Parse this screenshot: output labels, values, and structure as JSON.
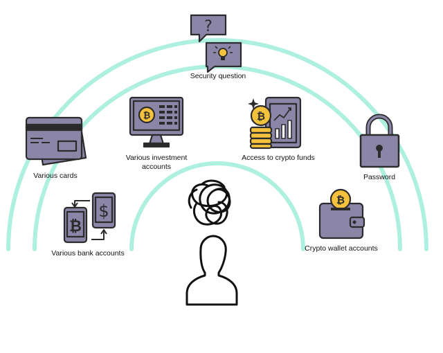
{
  "colors": {
    "arc": "#aef0df",
    "icon_fill": "#8b85a8",
    "icon_dark": "#2b2b2b",
    "coin": "#f4c23c",
    "coin_dark": "#d99a1a",
    "screen_light": "#ffffff"
  },
  "labels": {
    "security_question": "Security question",
    "various_investment_accounts": "Various investment\naccounts",
    "access_to_crypto_funds": "Access to crypto funds",
    "various_cards": "Various cards",
    "password": "Password",
    "various_bank_accounts": "Various bank accounts",
    "crypto_wallet_accounts": "Crypto wallet accounts"
  },
  "icons": {
    "security_question": "question-and-idea-chat-icon",
    "various_investment_accounts": "bitcoin-monitor-icon",
    "access_to_crypto_funds": "bitcoin-coins-growth-chart-icon",
    "various_cards": "credit-cards-icon",
    "password": "padlock-icon",
    "various_bank_accounts": "bitcoin-dollar-phone-exchange-icon",
    "crypto_wallet_accounts": "bitcoin-wallet-icon",
    "person": "person-silhouette-icon",
    "confusion": "tangled-scribble-icon"
  }
}
